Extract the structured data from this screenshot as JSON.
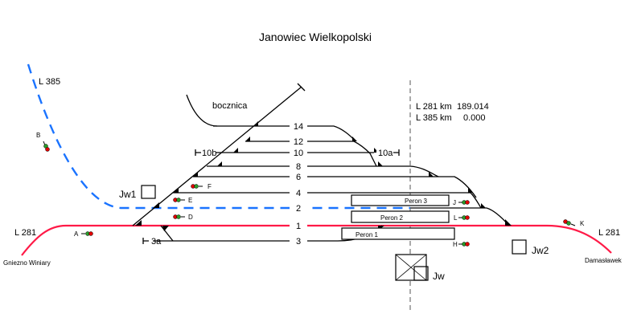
{
  "title": "Janowiec Wielkopolski",
  "lines": {
    "l281_left": "L 281",
    "l281_right": "L 281",
    "l385": "L 385",
    "left_destination": "Gniezno Winiary",
    "right_destination": "Damasławek",
    "siding": "bocznica"
  },
  "kilometrage": {
    "row1": {
      "line": "L 281",
      "unit": "km",
      "value": "189.014"
    },
    "row2": {
      "line": "L 385",
      "unit": "km",
      "value": "0.000"
    }
  },
  "tracks": [
    "14",
    "12",
    "10",
    "8",
    "6",
    "4",
    "2",
    "1",
    "3"
  ],
  "track_ends": {
    "t10b": "10b",
    "t10a": "10a",
    "t3a": "3a"
  },
  "platforms": [
    "Peron 3",
    "Peron 2",
    "Peron 1"
  ],
  "buildings": {
    "jw": "Jw",
    "jw1": "Jw1",
    "jw2": "Jw2"
  },
  "signals": [
    "A",
    "B",
    "D",
    "E",
    "F",
    "J",
    "L",
    "H",
    "K"
  ],
  "colors": {
    "line_281": "#ff1a47",
    "line_385": "#1a73ff",
    "signal_red": "#e00000",
    "signal_green": "#2a9a2a"
  }
}
